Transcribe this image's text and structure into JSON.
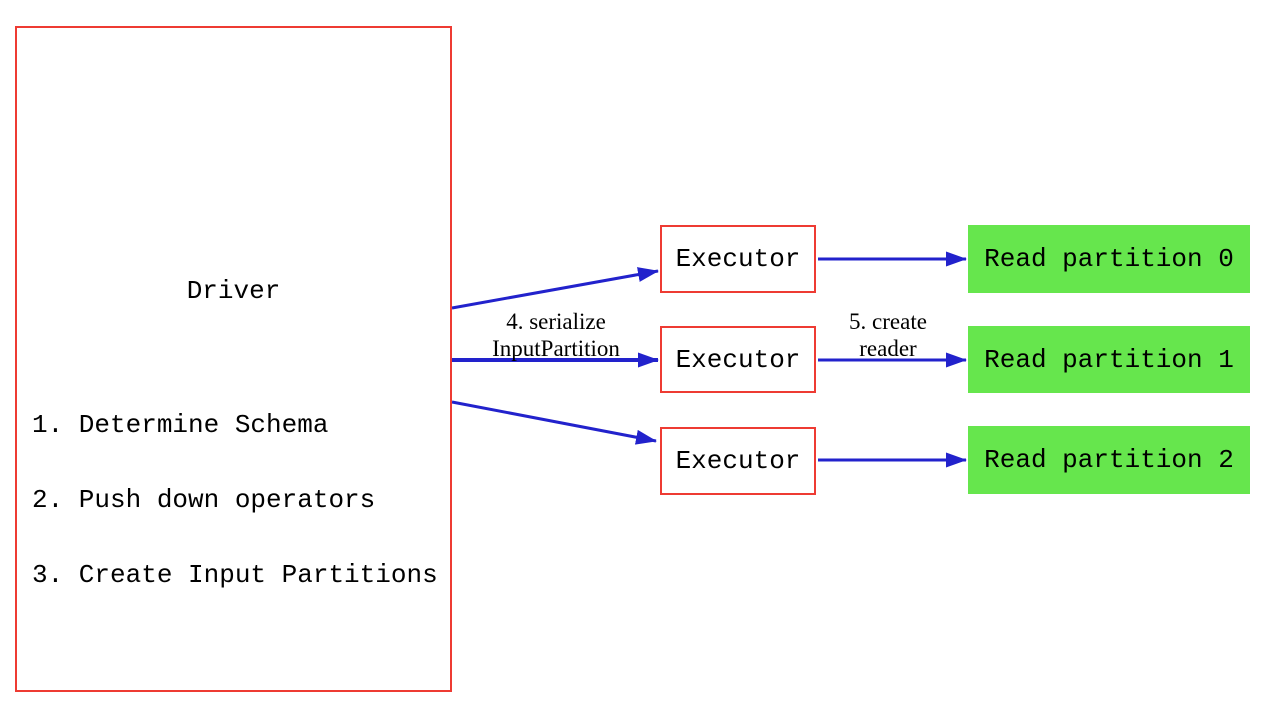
{
  "diagram": {
    "driver": {
      "title": "Driver",
      "steps": [
        "1. Determine Schema",
        "2. Push down operators",
        "3. Create Input Partitions"
      ]
    },
    "executors": [
      "Executor",
      "Executor",
      "Executor"
    ],
    "partitions": [
      "Read partition 0",
      "Read partition 1",
      "Read partition 2"
    ],
    "edge_labels": {
      "serialize": {
        "line1": "4. serialize",
        "line2": "InputPartition"
      },
      "create_reader": {
        "line1": "5. create",
        "line2": "reader"
      }
    },
    "colors": {
      "box_border": "#ee3b33",
      "partition_fill": "#66e64d",
      "arrow": "#2222cc",
      "text": "#000000",
      "background": "#ffffff"
    }
  }
}
